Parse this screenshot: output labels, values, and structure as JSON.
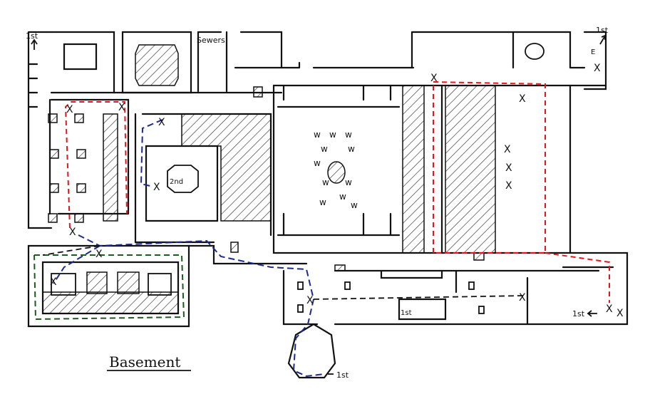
{
  "title": "Basement",
  "labels": {
    "first_top_left": "1st",
    "first_top_right": "1st",
    "sewers": "Sewers",
    "second": "2nd",
    "first_right_bottom": "1st",
    "first_center": "1st",
    "first_bottom": "1st",
    "e_marker": "E"
  },
  "markers": {
    "x": "X",
    "water": "w"
  },
  "colors": {
    "ink": "#111111",
    "red_route": "#e8141c",
    "blue_route": "#1c2a8c",
    "green_route": "#1d5a1d"
  }
}
